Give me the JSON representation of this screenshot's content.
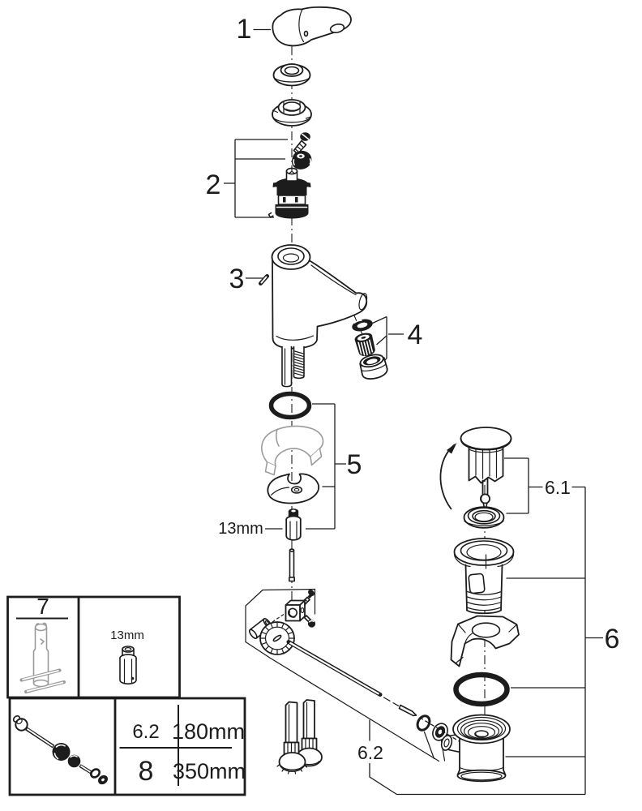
{
  "diagram": {
    "callouts": {
      "part1": "1",
      "part2": "2",
      "part3": "3",
      "part4": "4",
      "part5": "5",
      "part6": "6",
      "part6_1": "6.1",
      "part6_2": "6.2"
    },
    "annotations": {
      "wrench_size": "13mm"
    }
  },
  "tool_box": {
    "tool_number": "7",
    "socket_size": "13mm"
  },
  "rod_box": {
    "size_table": {
      "rows": [
        {
          "item": "6.2",
          "length": "180mm"
        },
        {
          "item": "8",
          "length": "350mm"
        }
      ]
    }
  },
  "colors": {
    "line": "#1c1c1c",
    "gray_part": "#9b9b9b",
    "background": "#ffffff"
  }
}
